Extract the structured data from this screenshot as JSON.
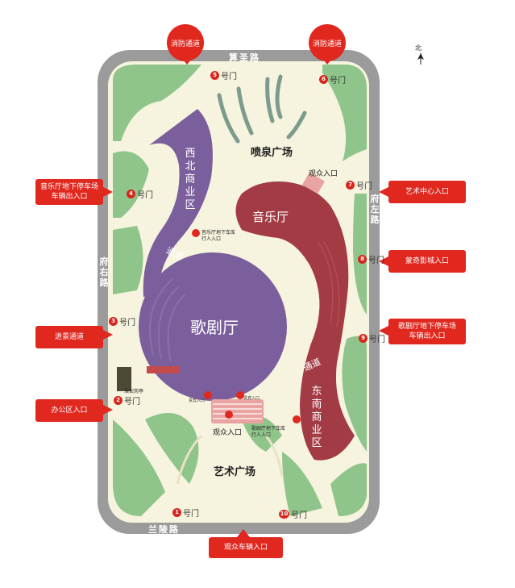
{
  "roads": {
    "north": "算圣路",
    "south": "兰陵路",
    "west": [
      "府",
      "右",
      "路"
    ],
    "east": [
      "府",
      "左",
      "路"
    ]
  },
  "compass": "北",
  "venues": {
    "opera": "歌剧厅",
    "music": "音乐厅",
    "northwest_mall": [
      "西",
      "北",
      "商",
      "业",
      "区"
    ],
    "southeast_mall": [
      "东",
      "南",
      "商",
      "业",
      "区"
    ]
  },
  "plazas": {
    "fountain": "喷泉广场",
    "art": "艺术广场"
  },
  "passages": {
    "nw": "通道",
    "se": "通道"
  },
  "small_labels": {
    "music_parking_ped": [
      "音乐厅地下车库",
      "行人入口"
    ],
    "opera_parking_ped": [
      "歌剧厅地下车库",
      "行人入口"
    ],
    "security": "治安岗亭",
    "vip_left": "贵宾入口",
    "vip_right": "贵宾入口",
    "audience_top": "观众入口",
    "audience_bottom": "观众入口"
  },
  "gates": [
    {
      "num": "1",
      "label": "号门"
    },
    {
      "num": "2",
      "label": "号门"
    },
    {
      "num": "3",
      "label": "号门"
    },
    {
      "num": "4",
      "label": "号门"
    },
    {
      "num": "5",
      "label": "号门"
    },
    {
      "num": "6",
      "label": "号门"
    },
    {
      "num": "7",
      "label": "号门"
    },
    {
      "num": "8",
      "label": "号门"
    },
    {
      "num": "9",
      "label": "号门"
    },
    {
      "num": "10",
      "label": "号门"
    }
  ],
  "callouts": {
    "fire_left": "消防通道",
    "fire_right": "消防通道",
    "music_parking": [
      "音乐厅地下停车场",
      "车辆出入口"
    ],
    "art_center": "艺术中心入口",
    "cinema": "蒙奇影城入口",
    "opera_parking": [
      "歌剧厅地下停车场",
      "车辆出入口"
    ],
    "landscape": "进景通道",
    "office": "办公区入口",
    "audience_vehicle": "观众车辆入口"
  },
  "colors": {
    "road": "#9b9b9b",
    "ground": "#f6f3de",
    "lawn": "#8fc58a",
    "opera": "#7b5e9c",
    "music": "#a33b45",
    "callout": "#e0281f",
    "gate_dot": "#d7261e"
  }
}
